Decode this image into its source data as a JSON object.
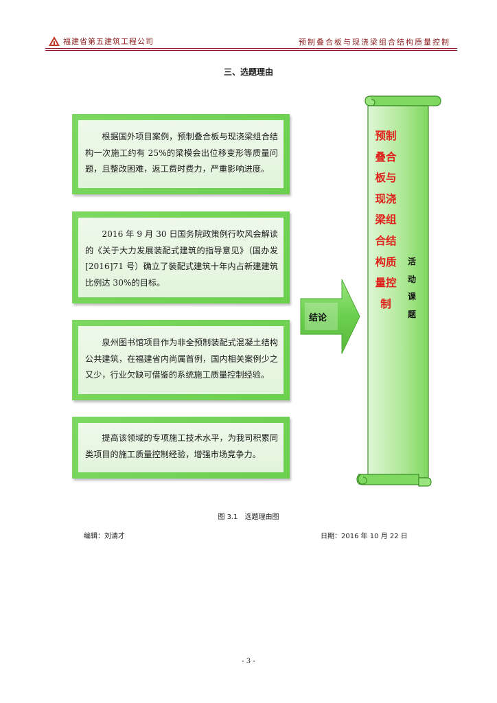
{
  "header": {
    "company": "福建省第五建筑工程公司",
    "project": "预制叠合板与现浇梁组合结构质量控制"
  },
  "section_title": "三、选题理由",
  "reasons": [
    "根据国外项目案例，预制叠合板与现浇梁组合结构一次施工约有 25%的梁模会出位移变形等质量问题，且整改困难，返工费时费力，严重影响进度。",
    "2016 年 9 月 30 日国务院政策例行吹风会解读的《关于大力发展装配式建筑的指导意见》（国办发[2016]71 号）确立了装配式建筑十年内占新建建筑比例达 30%的目标。",
    "泉州图书馆项目作为非全预制装配式混凝土结构公共建筑，在福建省内尚属首例，国内相关案例少之又少，行业欠缺可借鉴的系统施工质量控制经验。",
    "提高该领域的专项施工技术水平，为我司积累同类项目的施工质量控制经验，增强市场竞争力。"
  ],
  "conclusion_label": "结论",
  "scroll_title": "预制叠合板与现浇梁组合结构质量控制",
  "activity_label": "活动课题",
  "caption": "图 3.1　选题理由图",
  "editor": "编辑：刘清才",
  "date": "日期：2016 年 10 月 22 日",
  "page_number": "- 3 -",
  "colors": {
    "header_red": "#8b1a1a",
    "box_green": "#6bcf4e",
    "title_red": "#e0201a"
  }
}
